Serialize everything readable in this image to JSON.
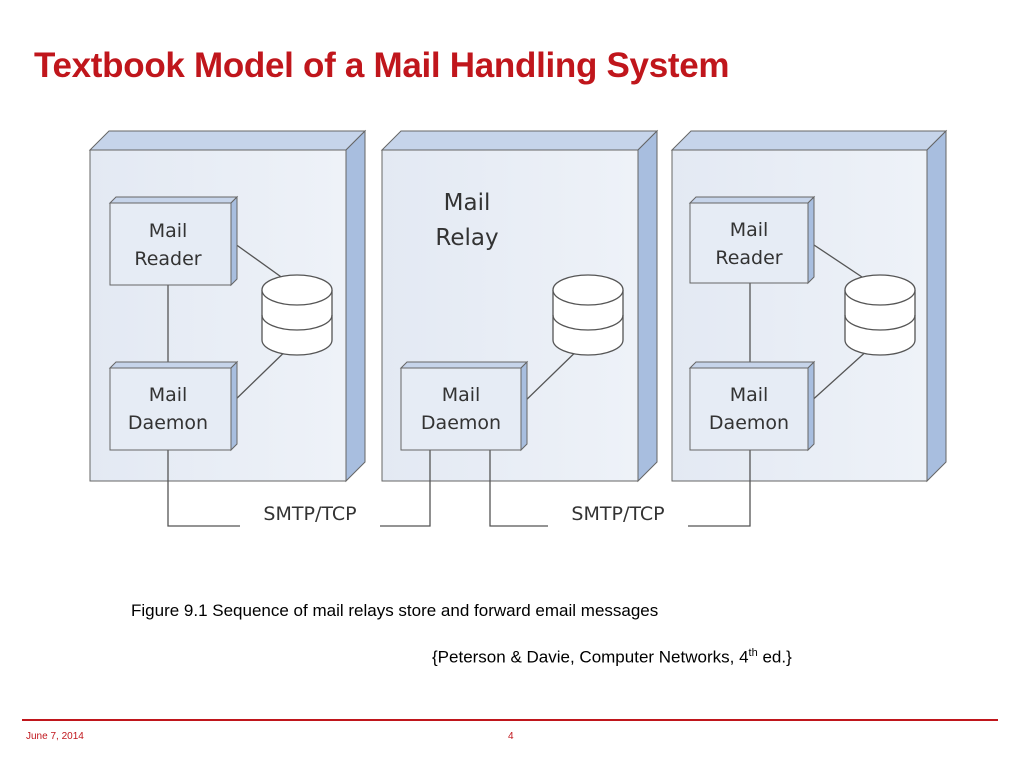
{
  "slide": {
    "title": "Textbook Model of a Mail Handling System",
    "caption": "Figure 9.1  Sequence of mail relays store and forward email messages",
    "citation": {
      "before": "{Peterson & Davie, Computer Networks, 4",
      "superscript": "th",
      "after": " ed.}"
    },
    "footer": {
      "date": "June 7, 2014",
      "page": "4"
    }
  },
  "diagram": {
    "host_left": {
      "reader": [
        "Mail",
        "Reader"
      ],
      "daemon": [
        "Mail",
        "Daemon"
      ]
    },
    "relay": {
      "label": [
        "Mail",
        "Relay"
      ],
      "daemon": [
        "Mail",
        "Daemon"
      ]
    },
    "host_right": {
      "reader": [
        "Mail",
        "Reader"
      ],
      "daemon": [
        "Mail",
        "Daemon"
      ]
    },
    "links": [
      "SMTP/TCP",
      "SMTP/TCP"
    ]
  },
  "colors": {
    "accent": "#c0161c",
    "panel_fill": "#e6ecf5",
    "panel_side": "#a8bedf",
    "box_fill": "#e6ecf5",
    "line": "#555555"
  }
}
